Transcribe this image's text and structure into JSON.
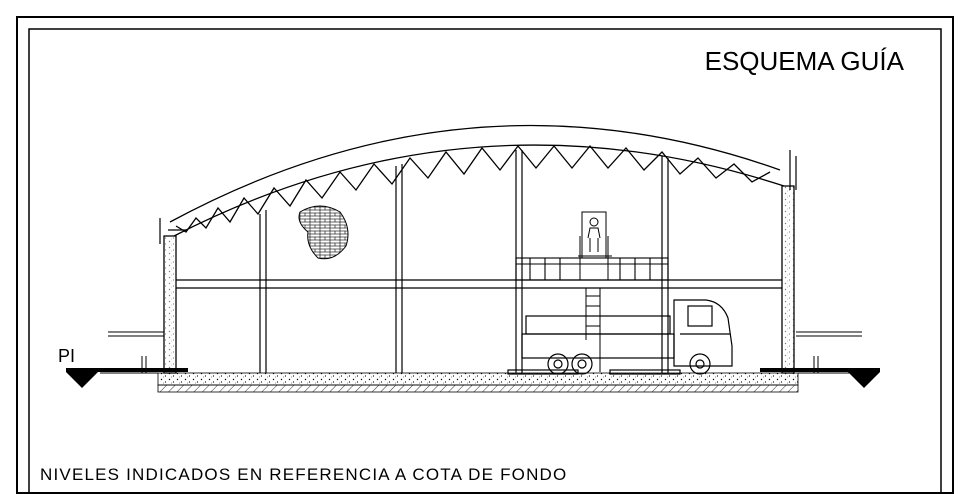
{
  "sheet": {
    "title": "ESQUEMA GUÍA",
    "footer_note": "NIVELES INDICADOS EN REFERENCIA A COTA DE FONDO",
    "level_label": "PI"
  },
  "colors": {
    "line": "#000000",
    "background": "#ffffff",
    "fill": "#000000"
  },
  "drawing": {
    "subject": "building cross-section with arched truss roof, mezzanine platform and truck",
    "icons": [
      "truss-roof",
      "mezzanine-platform",
      "staircase",
      "human-figure",
      "truck",
      "brick-wall-patch",
      "level-marker"
    ]
  }
}
